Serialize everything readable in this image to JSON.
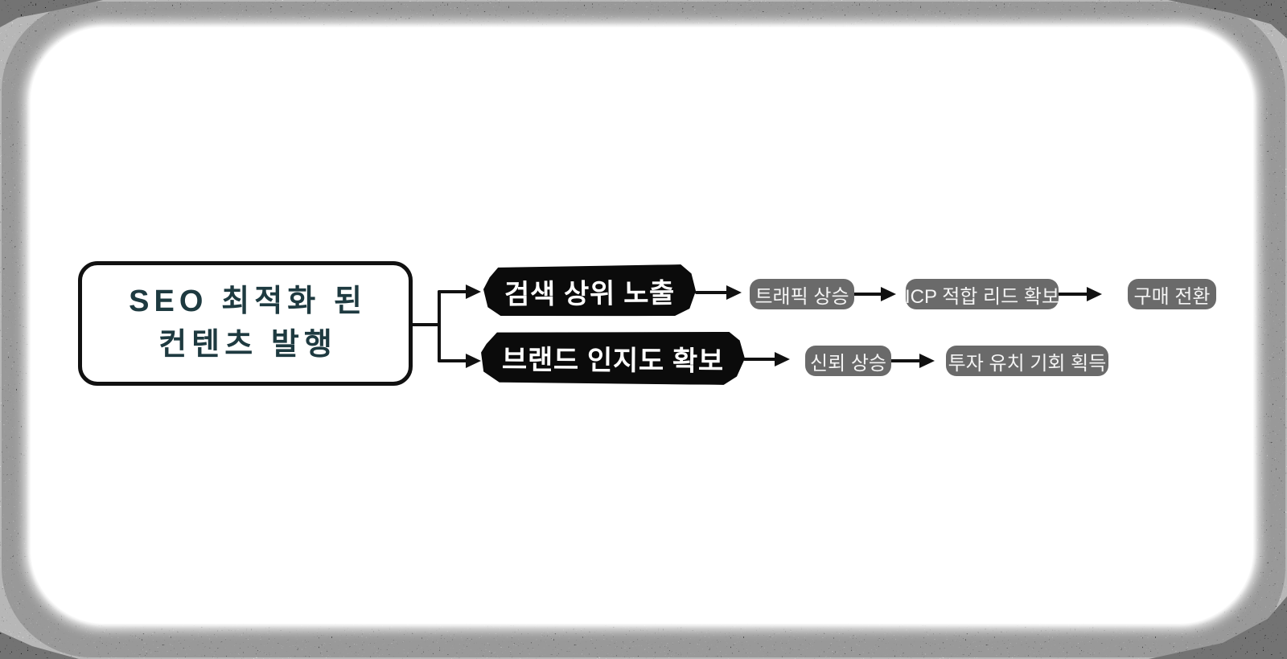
{
  "diagram": {
    "source": {
      "line1": "SEO 최적화 된",
      "line2": "컨텐츠 발행"
    },
    "branches": [
      {
        "head": "검색 상위 노출",
        "steps": [
          "트래픽 상승",
          "ICP 적합 리드 확보",
          "구매 전환"
        ]
      },
      {
        "head": "브랜드 인지도 확보",
        "steps": [
          "신뢰 상승",
          "투자 유치 기회 획득"
        ]
      }
    ],
    "colors": {
      "head_pill_bg": "#0b0b0b",
      "head_pill_text": "#ffffff",
      "step_pill_bg": "#6a6a6a",
      "step_pill_text": "#f4f4f4",
      "source_text": "#1e3a40",
      "outline": "#111111",
      "frame_ring": "#8e8e8e",
      "card_bg": "#ffffff"
    }
  }
}
